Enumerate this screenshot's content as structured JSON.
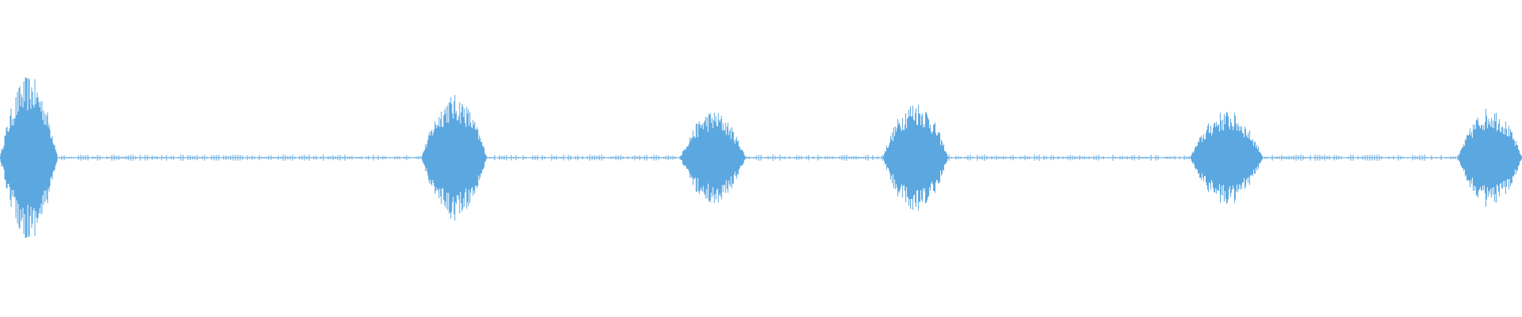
{
  "waveform": {
    "color": "#5ba7e0",
    "background": "#ffffff",
    "bursts": [
      {
        "start": 0.0,
        "end": 0.038,
        "peak": 0.52
      },
      {
        "start": 0.277,
        "end": 0.32,
        "peak": 0.4
      },
      {
        "start": 0.447,
        "end": 0.49,
        "peak": 0.3
      },
      {
        "start": 0.58,
        "end": 0.623,
        "peak": 0.36
      },
      {
        "start": 0.782,
        "end": 0.83,
        "peak": 0.3
      },
      {
        "start": 0.958,
        "end": 1.0,
        "peak": 0.32
      }
    ],
    "baseline_amplitude": 0.02
  }
}
